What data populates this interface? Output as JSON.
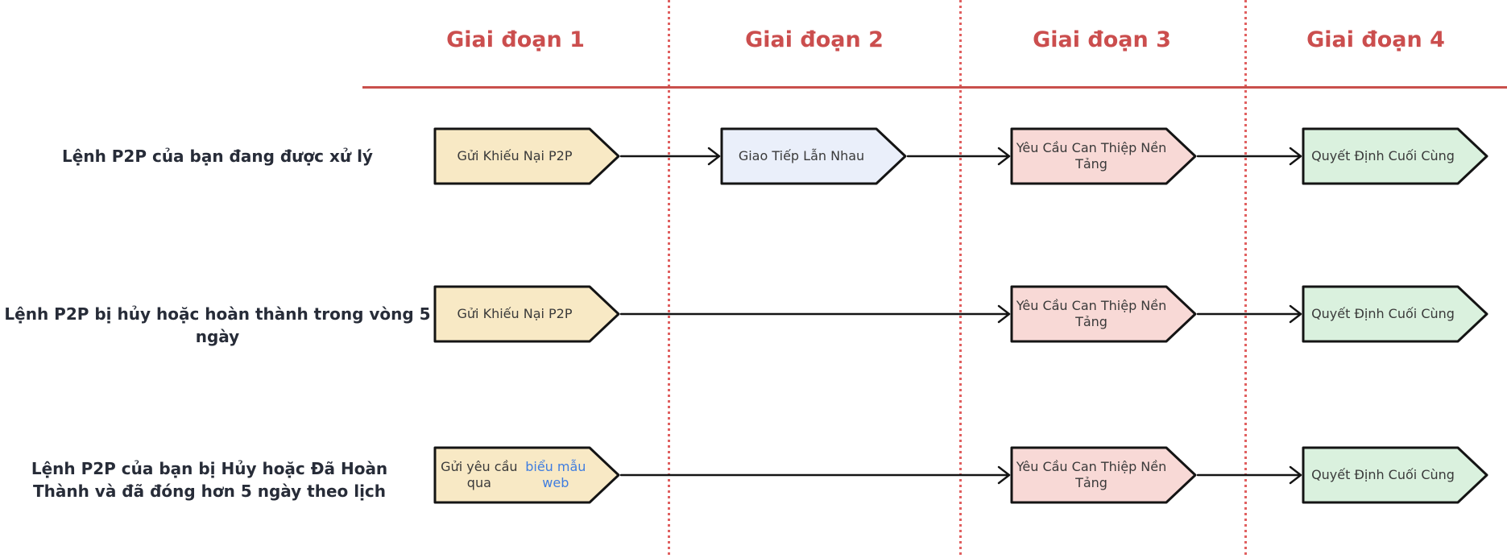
{
  "diagram": {
    "phase_headers": [
      "Giai đoạn 1",
      "Giai đoạn 2",
      "Giai đoạn 3",
      "Giai đoạn 4"
    ],
    "rows": [
      {
        "label": "Lệnh P2P của bạn đang được xử lý",
        "nodes": [
          {
            "text": "Gửi Khiếu Nại P2P",
            "phase": "Giai đoạn 1",
            "color": "#f8e9c5"
          },
          {
            "text": "Giao Tiếp Lẫn Nhau",
            "phase": "Giai đoạn 2",
            "color": "#eaeffa"
          },
          {
            "text": "Yêu Cầu Can Thiệp Nền Tảng",
            "phase": "Giai đoạn 3",
            "color": "#f8d9d6"
          },
          {
            "text": "Quyết Định Cuối Cùng",
            "phase": "Giai đoạn 4",
            "color": "#daf1de"
          }
        ]
      },
      {
        "label": "Lệnh P2P bị hủy hoặc hoàn thành trong vòng 5 ngày",
        "nodes": [
          {
            "text": "Gửi Khiếu Nại P2P",
            "phase": "Giai đoạn 1",
            "color": "#f8e9c5"
          },
          {
            "text": "Yêu Cầu Can Thiệp Nền Tảng",
            "phase": "Giai đoạn 3",
            "color": "#f8d9d6"
          },
          {
            "text": "Quyết Định Cuối Cùng",
            "phase": "Giai đoạn 4",
            "color": "#daf1de"
          }
        ]
      },
      {
        "label": "Lệnh P2P của bạn bị Hủy hoặc Đã Hoàn Thành và đã đóng hơn 5 ngày theo lịch",
        "nodes": [
          {
            "text_prefix": "Gửi yêu cầu qua ",
            "link_text": "biểu mẫu web",
            "phase": "Giai đoạn 1",
            "color": "#f8e9c5"
          },
          {
            "text": "Yêu Cầu Can Thiệp Nền Tảng",
            "phase": "Giai đoạn 3",
            "color": "#f8d9d6"
          },
          {
            "text": "Quyết Định Cuối Cùng",
            "phase": "Giai đoạn 4",
            "color": "#daf1de"
          }
        ]
      }
    ],
    "colors": {
      "header_red": "#cb4e4e",
      "divider_red": "#e06060",
      "underline_red": "#c9504c",
      "node_border": "#141414",
      "node_yellow": "#f8e9c5",
      "node_blue": "#eaeffa",
      "node_pink": "#f8d9d6",
      "node_green": "#daf1de",
      "label_dark": "#272c38",
      "link_blue": "#3f7de0",
      "background": "#ffffff"
    }
  }
}
